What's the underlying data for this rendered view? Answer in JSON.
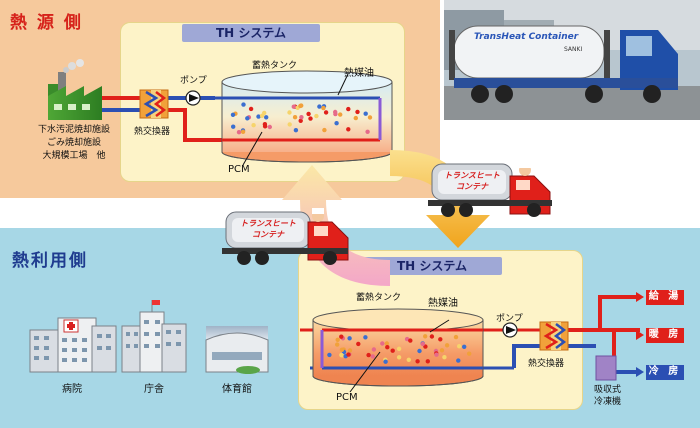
{
  "heat_source": {
    "title": "熱 源 側",
    "sources": [
      "下水汚泥焼却施設",
      "ごみ焼却施設",
      "大規模工場　他"
    ],
    "exchanger_label": "熱交換器",
    "pump_label": "ポンプ",
    "tank_label": "蓄熱タンク",
    "oil_label": "熱媒油",
    "pcm_label": "PCM",
    "system_title": "TH システム"
  },
  "heat_use": {
    "title": "熱利用側",
    "system_title": "TH システム",
    "tank_label": "蓄熱タンク",
    "oil_label": "熱媒油",
    "pump_label": "ポンプ",
    "pcm_label": "PCM",
    "exchanger_label": "熱交換器",
    "chiller_label": [
      "吸収式",
      "冷凍機"
    ],
    "outputs": [
      "給 湯",
      "暖 房",
      "冷 房"
    ],
    "facilities": [
      "病院",
      "庁舎",
      "体育館"
    ]
  },
  "truck": {
    "container_text": [
      "トランスヒート",
      "コンテナ"
    ],
    "photo_container_text": "TransHeat Container",
    "photo_brand_text": "SANKI"
  },
  "colors": {
    "hot": "#e0201a",
    "cold": "#2b4fb3",
    "top_bg": "#f6c99c",
    "bottom_bg": "#a7d7e6",
    "system_box": "#fdf3c8"
  }
}
